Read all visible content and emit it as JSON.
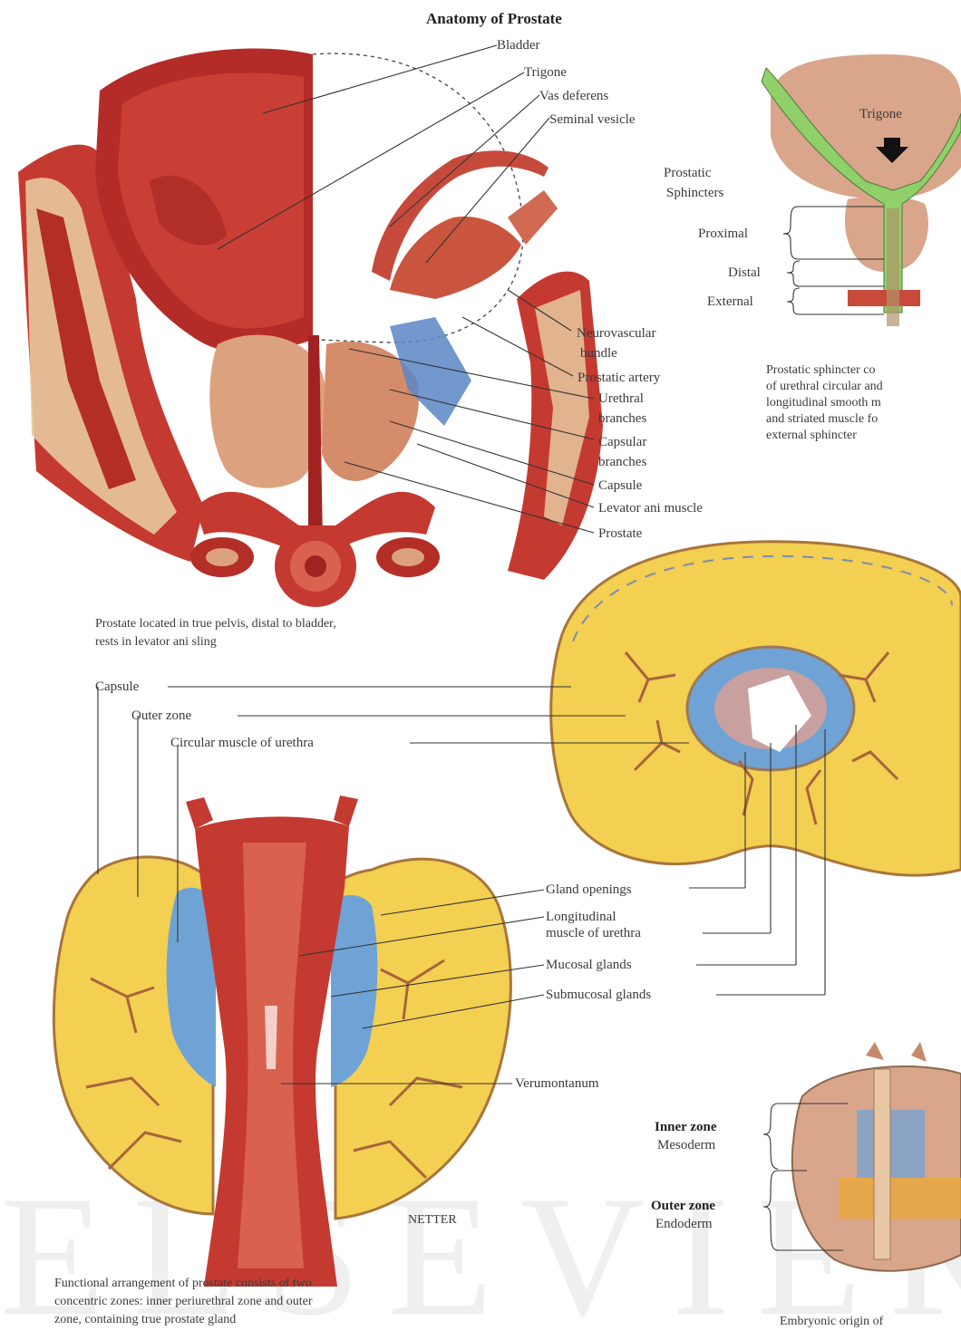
{
  "title": "Anatomy of Prostate",
  "watermark": "ELSEVIER",
  "signature": "NETTER",
  "colors": {
    "muscle": "#b8322c",
    "muscle_light": "#d9624f",
    "tissue": "#d9a58b",
    "gland_yellow": "#f3cf52",
    "mucosa_blue": "#6fa3d6",
    "sphincter_green": "#8fd06a",
    "leader": "#333333"
  },
  "sagittal": {
    "labels": {
      "bladder": "Bladder",
      "trigone": "Trigone",
      "vas_deferens": "Vas deferens",
      "seminal_vesicle": "Seminal vesicle",
      "neurovascular_1": "Neurovascular",
      "neurovascular_2": "bundle",
      "prostatic_artery": "Prostatic artery",
      "urethral_1": "Urethral",
      "urethral_2": "branches",
      "capsular_1": "Capsular",
      "capsular_2": "branches",
      "capsule": "Capsule",
      "levator": "Levator ani muscle",
      "prostate": "Prostate"
    },
    "caption_1": "Prostate located in true pelvis, distal to bladder,",
    "caption_2": "rests in levator ani sling"
  },
  "sphincter": {
    "labels": {
      "trigone": "Trigone",
      "prostatic_1": "Prostatic",
      "prostatic_2": "Sphincters",
      "proximal": "Proximal",
      "distal": "Distal",
      "external": "External"
    },
    "caption_1": "Prostatic sphincter co",
    "caption_2": "of urethral circular and",
    "caption_3": "longitudinal smooth m",
    "caption_4": "and striated muscle fo",
    "caption_5": "external sphincter"
  },
  "zones": {
    "labels": {
      "capsule": "Capsule",
      "outer_zone": "Outer zone",
      "circular_muscle": "Circular muscle of urethra",
      "gland_openings": "Gland openings",
      "longitudinal_1": "Longitudinal",
      "longitudinal_2": "muscle of urethra",
      "mucosal": "Mucosal glands",
      "submucosal": "Submucosal glands",
      "verumontanum": "Verumontanum"
    },
    "caption_1": "Functional arrangement of prostate consists of two",
    "caption_2": "concentric zones: inner periurethral zone and outer",
    "caption_3": "zone, containing true prostate gland"
  },
  "embryonic": {
    "inner_zone": "Inner zone",
    "mesoderm": "Mesoderm",
    "outer_zone": "Outer zone",
    "endoderm": "Endoderm",
    "caption": "Embryonic origin of"
  }
}
